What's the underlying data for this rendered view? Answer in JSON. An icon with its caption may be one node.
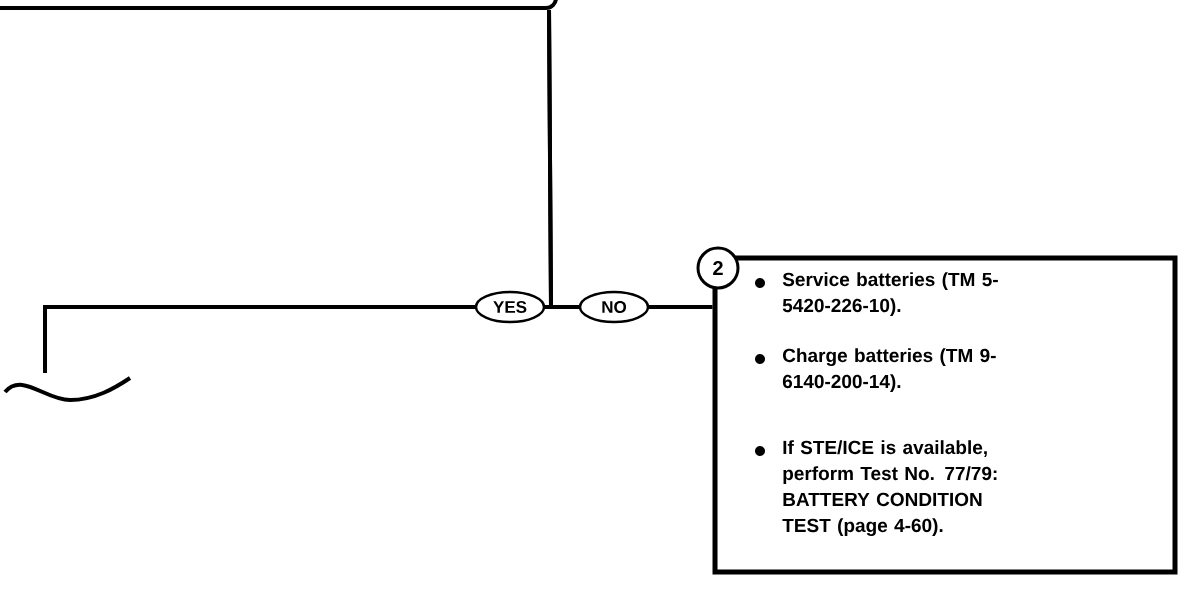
{
  "diagram": {
    "nodes": [
      {
        "text": [],
        "shape": "box"
      },
      {
        "text": [],
        "shape": "wave"
      },
      {
        "text": [
          "2",
          "Service batteries (TM 5-5420-226-10).",
          "Charge batteries (TM 9-6140-200-14).",
          "If STE/ICE is available, perform Test No. 77/79: BATTERY CONDITION TEST (page 4-60)."
        ]
      }
    ],
    "edges": [
      {
        "from": 0,
        "to": 1,
        "arrow": "none",
        "label": "YES"
      },
      {
        "from": 0,
        "to": 2,
        "arrow": "none",
        "label": "NO"
      }
    ]
  }
}
